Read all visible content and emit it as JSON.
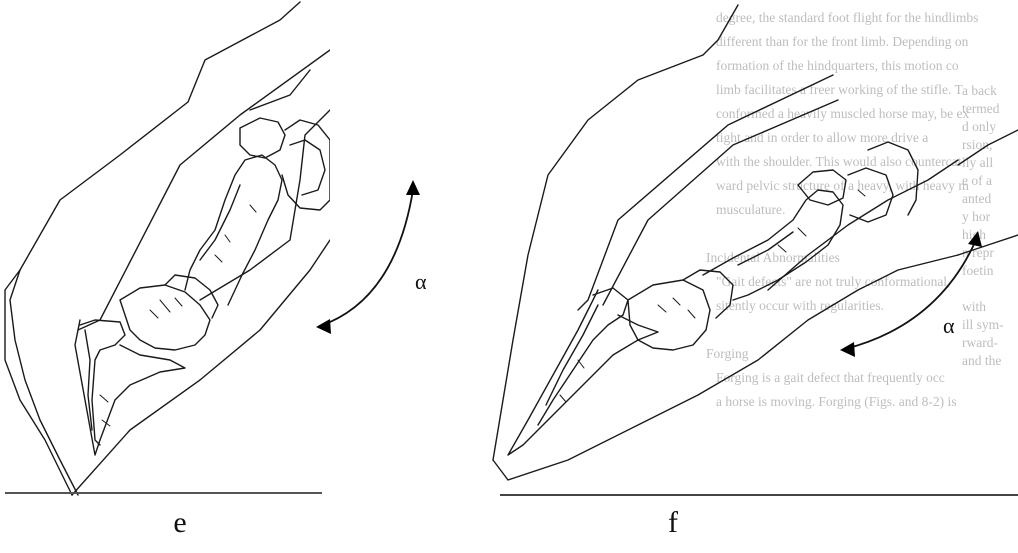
{
  "panels": [
    {
      "caption": "e",
      "angle_label": "α"
    },
    {
      "caption": "f",
      "angle_label": "α"
    }
  ],
  "background_text_lines": [
    "degree, the standard foot flight for the hindlimbs",
    "different than for the front limb. Depending on",
    "formation of the hindquarters, this motion co",
    "limb facilitates a freer working of the stifle. T",
    "conformed a heavily muscled horse may, be ex",
    "tight and in order to allow more drive a",
    "with the shoulder. This would also countercat",
    "ward pelvic structure of a heavy, with heavy m",
    "musculature.",
    "",
    "Incidental Abnormalities",
    "\"Gait defects\" are not truly conformational,",
    "sitently occur with regularities.",
    "",
    "Forging",
    "Forging is a gait defect that frequently occ",
    "a horse is moving. Forging (Figs. and 8-2) is"
  ],
  "right_margin_text": [
    "a back",
    "termed",
    "d only",
    "rsion,",
    "lly all",
    "e of a",
    "anted",
    "y hor",
    "high",
    "n repr",
    "foetin",
    "",
    "with",
    "ill sym-",
    "rward-",
    "and the"
  ]
}
